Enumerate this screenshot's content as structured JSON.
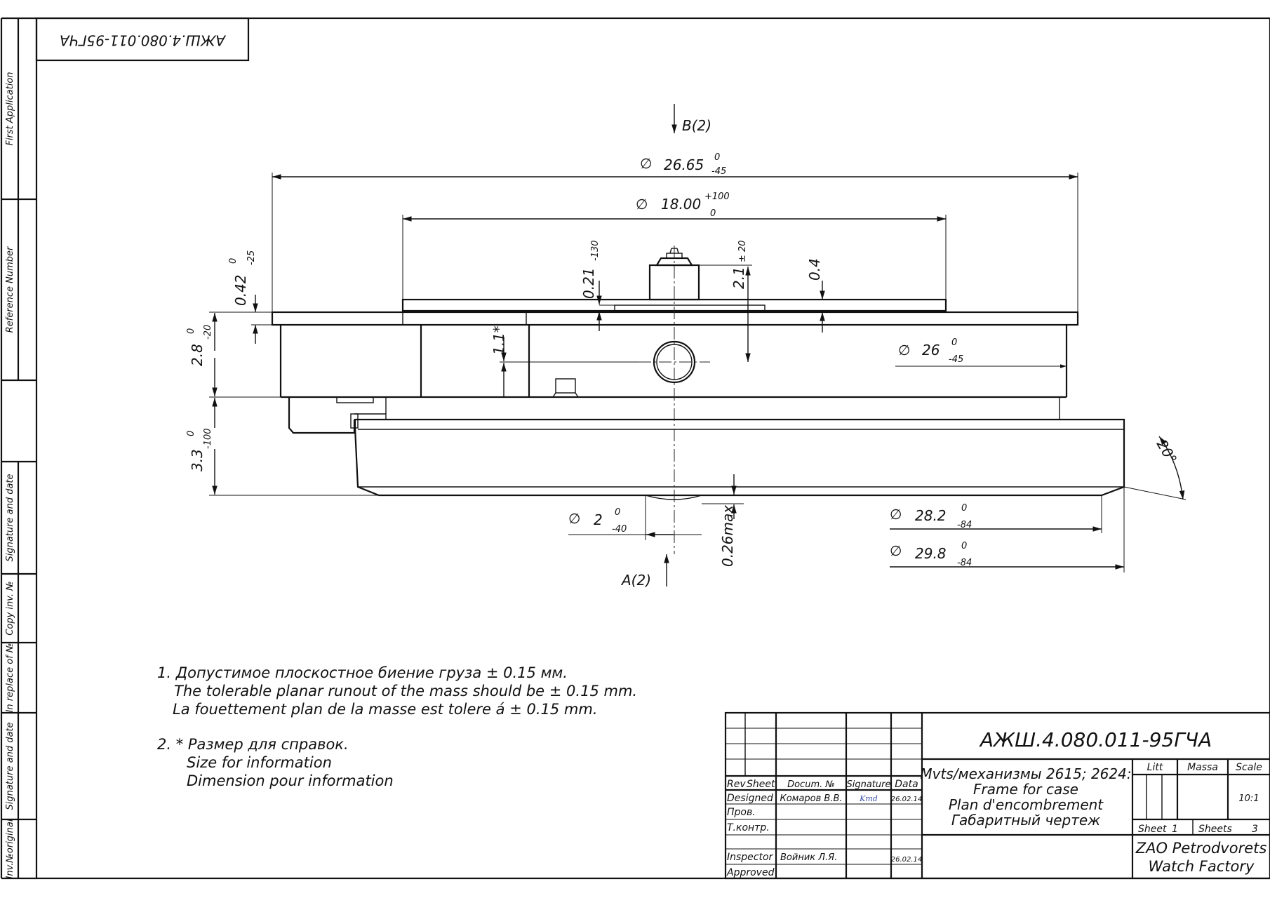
{
  "side_labels": [
    "First Application",
    "Reference Number",
    "Signature and date",
    "Copy inv. №",
    "In replace of №",
    "Signature and date",
    "Inv.№original"
  ],
  "stamp": "АЖШ.4.080.011-95ГЧА",
  "views": {
    "view_b": "B(2)",
    "view_a": "A(2)"
  },
  "dimensions": {
    "d2665": {
      "value": "26.65",
      "upper": "0",
      "lower": "-45"
    },
    "d1800": {
      "value": "18.00",
      "upper": "+100",
      "lower": "0"
    },
    "d26": {
      "value": "26",
      "upper": "0",
      "lower": "-45"
    },
    "d282": {
      "value": "28.2",
      "upper": "0",
      "lower": "-84"
    },
    "d298": {
      "value": "29.8",
      "upper": "0",
      "lower": "-84"
    },
    "d2": {
      "value": "2",
      "upper": "0",
      "lower": "-40"
    },
    "h042": {
      "value": "0.42",
      "upper": "0",
      "lower": "-25"
    },
    "h28": {
      "value": "2.8",
      "upper": "0",
      "lower": "-20"
    },
    "h33": {
      "value": "3.3",
      "upper": "0",
      "lower": "-100"
    },
    "h021": {
      "value": "0.21",
      "lower": "-130"
    },
    "h21": {
      "value": "2.1",
      "tol": "± 20"
    },
    "h04": {
      "value": "0.4"
    },
    "h11": {
      "value": "1.1*"
    },
    "h026": {
      "value": "0.26max"
    },
    "angle": {
      "value": "20°"
    }
  },
  "diameter_symbol": "∅",
  "notes": {
    "n1": [
      "1. Допустимое плоскостное биение груза ± 0.15 мм.",
      "The tolerable planar runout of the mass should be ± 0.15 mm.",
      "La fouettement plan de la masse est tolere á ± 0.15 mm."
    ],
    "n2": [
      "2. * Размер для справок.",
      "Size for information",
      "Dimension pour information"
    ]
  },
  "title_block": {
    "doc_number": "АЖШ.4.080.011-95ГЧА",
    "headers": {
      "rev": "Rev",
      "sheet": "Sheet",
      "docum": "Docum. №",
      "signature": "Signature",
      "data": "Data"
    },
    "rows": {
      "designed": "Designed",
      "designed_name": "Комаров В.В.",
      "designed_sig": "Kmd",
      "designed_date": "26.02.14",
      "prov": "Пров.",
      "tkontr": "Т.контр.",
      "inspector": "Inspector",
      "inspector_name": "Войник Л.Я.",
      "inspector_date": "26.02.14",
      "approved": "Approved"
    },
    "title": [
      "Mvts/механизмы 2615; 2624:",
      "Frame for case",
      "Plan d'encombrement",
      "Габаритный чертеж"
    ],
    "litt": "Litt",
    "massa": "Massa",
    "scale": "Scale",
    "scale_value": "10:1",
    "sheet_label": "Sheet",
    "sheet_value": "1",
    "sheets_label": "Sheets",
    "sheets_value": "3",
    "company": [
      "ZAO Petrodvorets",
      "Watch Factory"
    ]
  }
}
